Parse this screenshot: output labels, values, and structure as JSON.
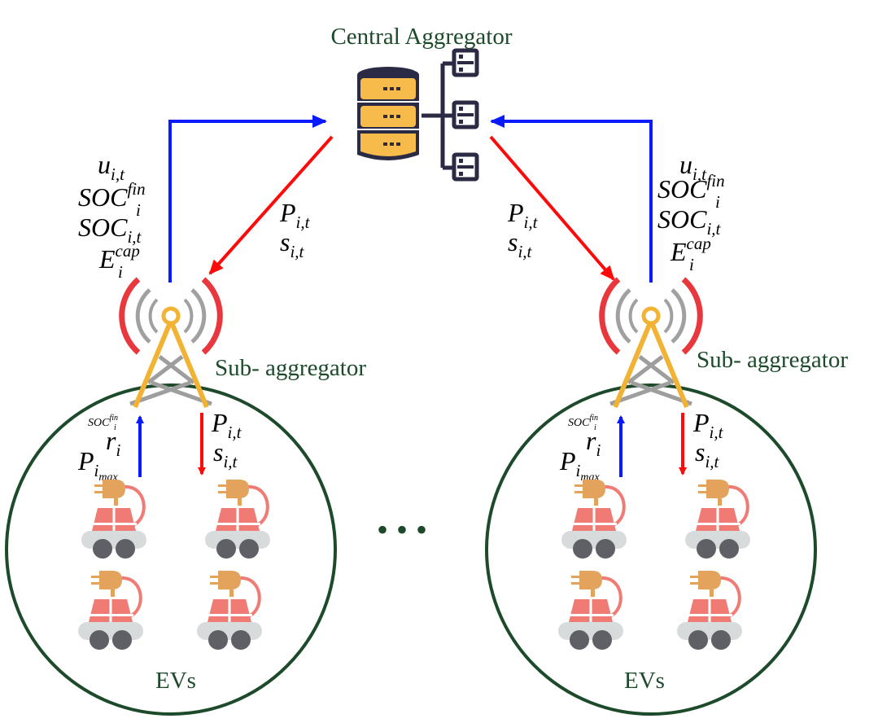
{
  "title": "Central Aggregator",
  "sub_label": "Sub- aggregator",
  "ev_label": "EVs",
  "ellipsis": "• • •",
  "up_labels": {
    "u": "u",
    "u_sub": "i,t",
    "soc_fin": "SOC",
    "soc_fin_sub": "i",
    "soc_fin_sup": "fin",
    "soc": "SOC",
    "soc_sub": "i,t",
    "e": "E",
    "e_sub": "i",
    "e_sup": "cap"
  },
  "down_labels": {
    "p": "P",
    "p_sub": "i,t",
    "s": "s",
    "s_sub": "i,t"
  },
  "ev_up_labels": {
    "soc": "SOC",
    "soc_sub": "i",
    "soc_sup": "fin",
    "r": "r",
    "r_sub": "i",
    "p": "P",
    "p_sub": "i",
    "p_subsub": "max"
  },
  "colors": {
    "up_arrow": "#0a1aff",
    "down_arrow": "#ff0a0a",
    "circle": "#1d4a2a",
    "tower": "#f2b233",
    "tower_cross": "#9e9e9e",
    "signal_red": "#e8383d",
    "signal_gray": "#a0a0a0",
    "server_body": "#f7bb4b",
    "server_dark": "#2b2a45",
    "car_body": "#f07a74",
    "car_base": "#d7dbdc",
    "wheel": "#5f6066",
    "plug": "#e3a35c"
  }
}
